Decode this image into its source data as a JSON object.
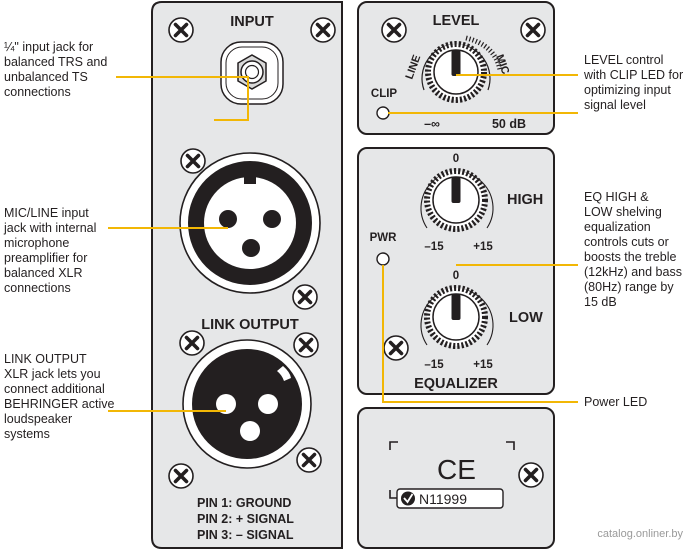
{
  "panels": {
    "input_title": "INPUT",
    "link_output_title": "LINK OUTPUT",
    "pins": [
      "PIN 1:  GROUND",
      "PIN 2:  + SIGNAL",
      "PIN 3:  – SIGNAL"
    ],
    "level_title": "LEVEL",
    "level_line": "LINE",
    "level_mic": "MIC",
    "level_min": "–∞",
    "level_max": "50 dB",
    "clip_label": "CLIP",
    "pwr_label": "PWR",
    "high_label": "HIGH",
    "low_label": "LOW",
    "eq_zero_high": "0",
    "eq_zero_low": "0",
    "eq_high_min": "–15",
    "eq_high_max": "+15",
    "eq_low_min": "–15",
    "eq_low_max": "+15",
    "equalizer_title": "EQUALIZER",
    "ce_mark": "CE",
    "cert_code": "N11999"
  },
  "callouts": {
    "input_jack": "¼\" input jack for\nbalanced TRS and\nunbalanced TS\nconnections",
    "mic_line": "MIC/LINE input\njack with internal\nmicrophone\npreamplifier for\nbalanced XLR\nconnections",
    "link_output": "LINK OUTPUT\nXLR jack lets you\nconnect additional\nBEHRINGER active\nloudspeaker\nsystems",
    "level_control": "LEVEL control\nwith CLIP LED for\noptimizing input\nsignal level",
    "eq": "EQ HIGH &\nLOW shelving\nequalization\ncontrols cuts or\nboosts the treble\n(12kHz) and bass\n(80Hz) range by\n15 dB",
    "power_led": "Power LED"
  },
  "watermark": "catalog.onliner.by",
  "colors": {
    "panel": "#e6e7e8",
    "outline": "#231f20",
    "leader": "#f2b705"
  }
}
